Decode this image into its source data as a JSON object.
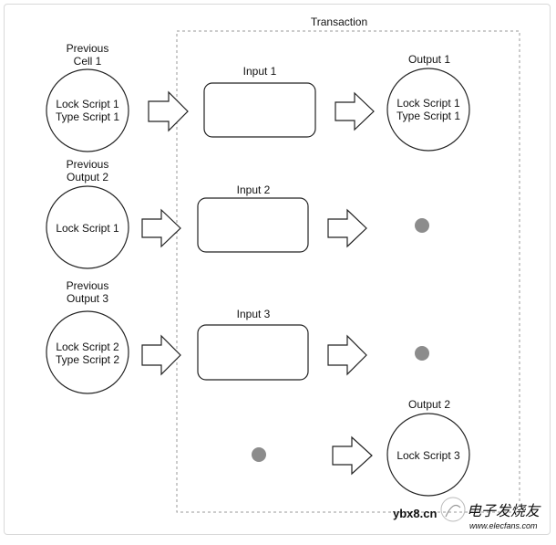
{
  "transaction_label": "Transaction",
  "cells": [
    {
      "title_lines": [
        "Previous",
        "Cell 1"
      ],
      "script_lines": [
        "Lock Script 1",
        "Type Script 1"
      ]
    },
    {
      "title_lines": [
        "Previous",
        "Output 2"
      ],
      "script_lines": [
        "Lock Script 1"
      ]
    },
    {
      "title_lines": [
        "Previous",
        "Output 3"
      ],
      "script_lines": [
        "Lock Script 2",
        "Type Script 2"
      ]
    }
  ],
  "inputs": [
    {
      "label": "Input 1"
    },
    {
      "label": "Input 2"
    },
    {
      "label": "Input 3"
    }
  ],
  "outputs": [
    {
      "label": "Output 1",
      "script_lines": [
        "Lock Script 1",
        "Type Script 1"
      ]
    },
    {
      "label": "Output 2",
      "script_lines": [
        "Lock Script 3"
      ]
    }
  ],
  "watermark": {
    "site": "ybx8.cn",
    "brand": "电子发烧友",
    "url": "www.elecfans.com"
  },
  "colors": {
    "stroke": "#222222",
    "dashed_border": "#9a9a9a",
    "dot": "#8c8c8c",
    "arrow_fill": "#ffffff",
    "watermark_text": "#444444"
  }
}
